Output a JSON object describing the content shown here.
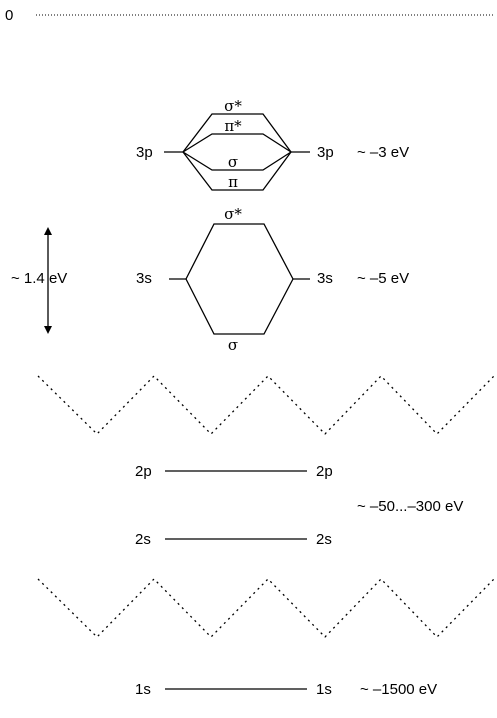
{
  "zero_label": "0",
  "gap_label": "~ 1.4 eV",
  "p3": {
    "left": "3p",
    "right": "3p",
    "energy": "~ –3 eV",
    "mo_sigma_star": "σ*",
    "mo_pi_star": "π*",
    "mo_sigma": "σ",
    "mo_pi": "π"
  },
  "s3": {
    "left": "3s",
    "right": "3s",
    "energy": "~ –5 eV",
    "mo_sigma_star": "σ*",
    "mo_sigma": "σ"
  },
  "p2": {
    "left": "2p",
    "right": "2p"
  },
  "s2": {
    "left": "2s",
    "right": "2s"
  },
  "core_energy": "~ –50...–300 eV",
  "s1": {
    "left": "1s",
    "right": "1s",
    "energy": "~ –1500 eV"
  }
}
